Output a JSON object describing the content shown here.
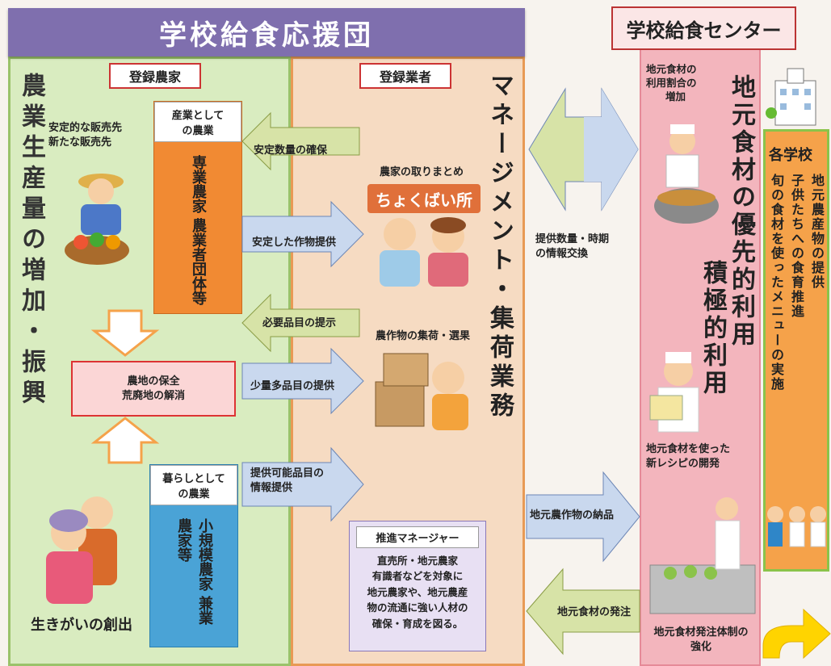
{
  "header": {
    "left_title": "学校給食応援団",
    "right_title": "学校給食センター"
  },
  "farmers": {
    "tag": "登録農家",
    "vertical_main": "農業生産量の増加・振興",
    "stable_sales": [
      "安定的な販売先",
      "新たな販売先"
    ],
    "industry_box_title": [
      "産業として",
      "の農業"
    ],
    "industry_box_body": "専業農家 農業者団体等",
    "land_box": [
      "農地の保全",
      "荒廃地の解消"
    ],
    "life_box_title": [
      "暮らしとして",
      "の農業"
    ],
    "life_box_body": "小規模農家 兼業農家等",
    "purpose": "生きがいの創出"
  },
  "arrows_left": {
    "a1": "安定数量の確保",
    "a2": "安定した作物提供",
    "a3": "必要品目の提示",
    "a4": "少量多品目の提供",
    "a5": [
      "提供可能品目の",
      "情報提供"
    ]
  },
  "business": {
    "tag": "登録業者",
    "label_top": "農家の取りまとめ",
    "shop_sign": "ちょくばい所",
    "label_mid": "農作物の集荷・選果",
    "vertical_title": "マネージメント・集荷業務",
    "manager_title": "推進マネージャー",
    "manager_body": [
      "直売所・地元農家",
      "有識者などを対象に",
      "地元農家や、地元農産",
      "物の流通に強い人材の",
      "確保・育成を図る。"
    ]
  },
  "exchange": {
    "info": [
      "提供数量・時期",
      "の情報交換"
    ],
    "delivery": "地元農作物の納品",
    "order": "地元食材の発注"
  },
  "center": {
    "top_label": [
      "地元食材の",
      "利用割合の",
      "増加"
    ],
    "vertical_a": "地元食材の優先的利用",
    "vertical_b": "積極的利用",
    "recipe": [
      "地元食材を使った",
      "新レシピの開発"
    ],
    "order_system": [
      "地元食材発注体制の",
      "強化"
    ]
  },
  "school": {
    "title": "各学校",
    "col1": "地元農産物の提供",
    "col2": "子供たちへの食育推進",
    "col3": "旬の食材を使ったメニューの実施"
  },
  "colors": {
    "banner": "#7f6fae",
    "green_bg": "#d9ecc0",
    "orange_bg": "#f6dbc2",
    "pink_bg": "#f3b5bd",
    "school_bg": "#f5a24a"
  }
}
